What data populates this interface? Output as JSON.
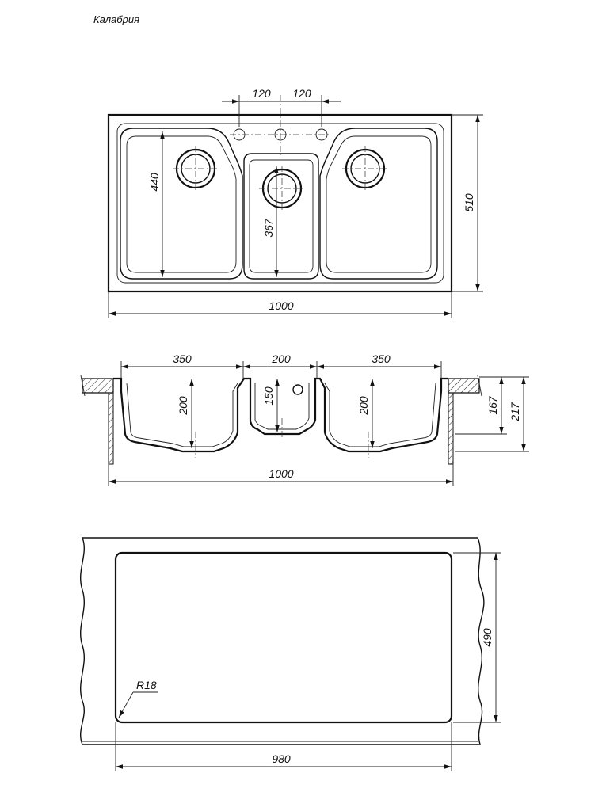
{
  "title": "Калабрия",
  "top_view": {
    "dim_faucet_left": "120",
    "dim_faucet_right": "120",
    "dim_bowl_depth": "440",
    "dim_middle_depth": "367",
    "dim_total_depth": "510",
    "dim_total_width": "1000"
  },
  "section_view": {
    "dim_left_bowl_width": "350",
    "dim_middle_bowl_width": "200",
    "dim_right_bowl_width": "350",
    "dim_left_bowl_depth": "200",
    "dim_middle_bowl_depth": "150",
    "dim_right_bowl_depth": "200",
    "dim_inner_height": "167",
    "dim_total_height": "217",
    "dim_total_width": "1000"
  },
  "cutout_view": {
    "dim_radius": "R18",
    "dim_cutout_depth": "490",
    "dim_cutout_width": "980"
  }
}
